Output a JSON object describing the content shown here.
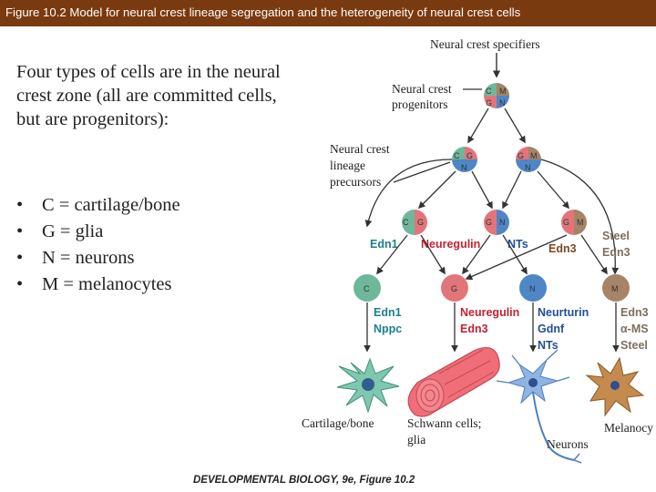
{
  "slide": {
    "title": "Figure 10.2 Model for neural crest lineage segregation and the heterogeneity of neural crest cells",
    "intro": "Four types of cells are in the neural crest zone (all are committed cells, but are progenitors):",
    "bullets": [
      {
        "marker": "•",
        "text": "C = cartilage/bone"
      },
      {
        "marker": "•",
        "text": "G = glia"
      },
      {
        "marker": "•",
        "text": "N = neurons"
      },
      {
        "marker": "•",
        "text": "M = melanocytes"
      }
    ]
  },
  "diagram": {
    "specifiers": "Neural crest specifiers",
    "progenitors_label": [
      "Neural crest",
      "progenitors"
    ],
    "precursors_label": [
      "Neural crest",
      "lineage",
      "precursors"
    ],
    "cell_letters": {
      "c": "C",
      "g": "G",
      "n": "N",
      "m": "M"
    },
    "factors": {
      "edn1_a": "Edn1",
      "neuregulin_a": "Neuregulin",
      "nts_a": "NTs",
      "edn3_a": "Edn3",
      "steel_a": "Steel",
      "edn3_b": "Edn3",
      "edn1_b": "Edn1",
      "nppc": "Nppc",
      "neuregulin_b": "Neuregulin",
      "edn3_c": "Edn3",
      "neurturin": "Neurturin",
      "gdnf": "Gdnf",
      "nts_b": "NTs",
      "edn3_d": "Edn3",
      "amsh": "α-MS",
      "steel_b": "Steel"
    },
    "fates": {
      "cartilage": "Cartilage/bone",
      "schwann": [
        "Schwann cells;",
        "glia"
      ],
      "neurons": "Neurons",
      "melanocytes": "Melanocy"
    },
    "credit": "DEVELOPMENTAL BIOLOGY, 9e, Figure 10.2",
    "colors": {
      "C": "#6fb79a",
      "G": "#e2757a",
      "N": "#4f86c5",
      "M": "#a58467",
      "title_bar": "#7a3a0f"
    }
  }
}
